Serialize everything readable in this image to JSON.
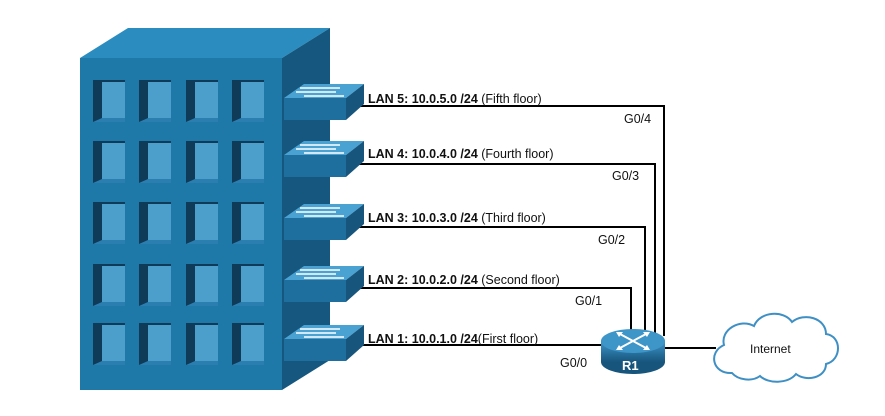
{
  "lans": [
    {
      "id": "lan5",
      "name_addr": "LAN 5: 10.0.5.0 /24",
      "desc": " (Fifth floor)",
      "port": "G0/4"
    },
    {
      "id": "lan4",
      "name_addr": "LAN 4: 10.0.4.0 /24",
      "desc": " (Fourth floor)",
      "port": "G0/3"
    },
    {
      "id": "lan3",
      "name_addr": "LAN 3: 10.0.3.0 /24",
      "desc": " (Third floor)",
      "port": "G0/2"
    },
    {
      "id": "lan2",
      "name_addr": "LAN 2: 10.0.2.0 /24",
      "desc": " (Second floor)",
      "port": "G0/1"
    },
    {
      "id": "lan1",
      "name_addr": "LAN 1: 10.0.1.0 /24",
      "desc": "(First floor)",
      "port": "G0/0"
    }
  ],
  "router": {
    "label": "R1"
  },
  "cloud": {
    "label": "Internet"
  },
  "colors": {
    "building_front": "#1f79a8",
    "building_side": "#15577e",
    "building_top": "#2a8cbf",
    "window": "#4d9fcb",
    "window_shadow": "#0f3b58",
    "switch": "#2a86bb",
    "router": "#1f6f9e",
    "cloud_stroke": "#3e8fc4",
    "line": "#000000"
  }
}
